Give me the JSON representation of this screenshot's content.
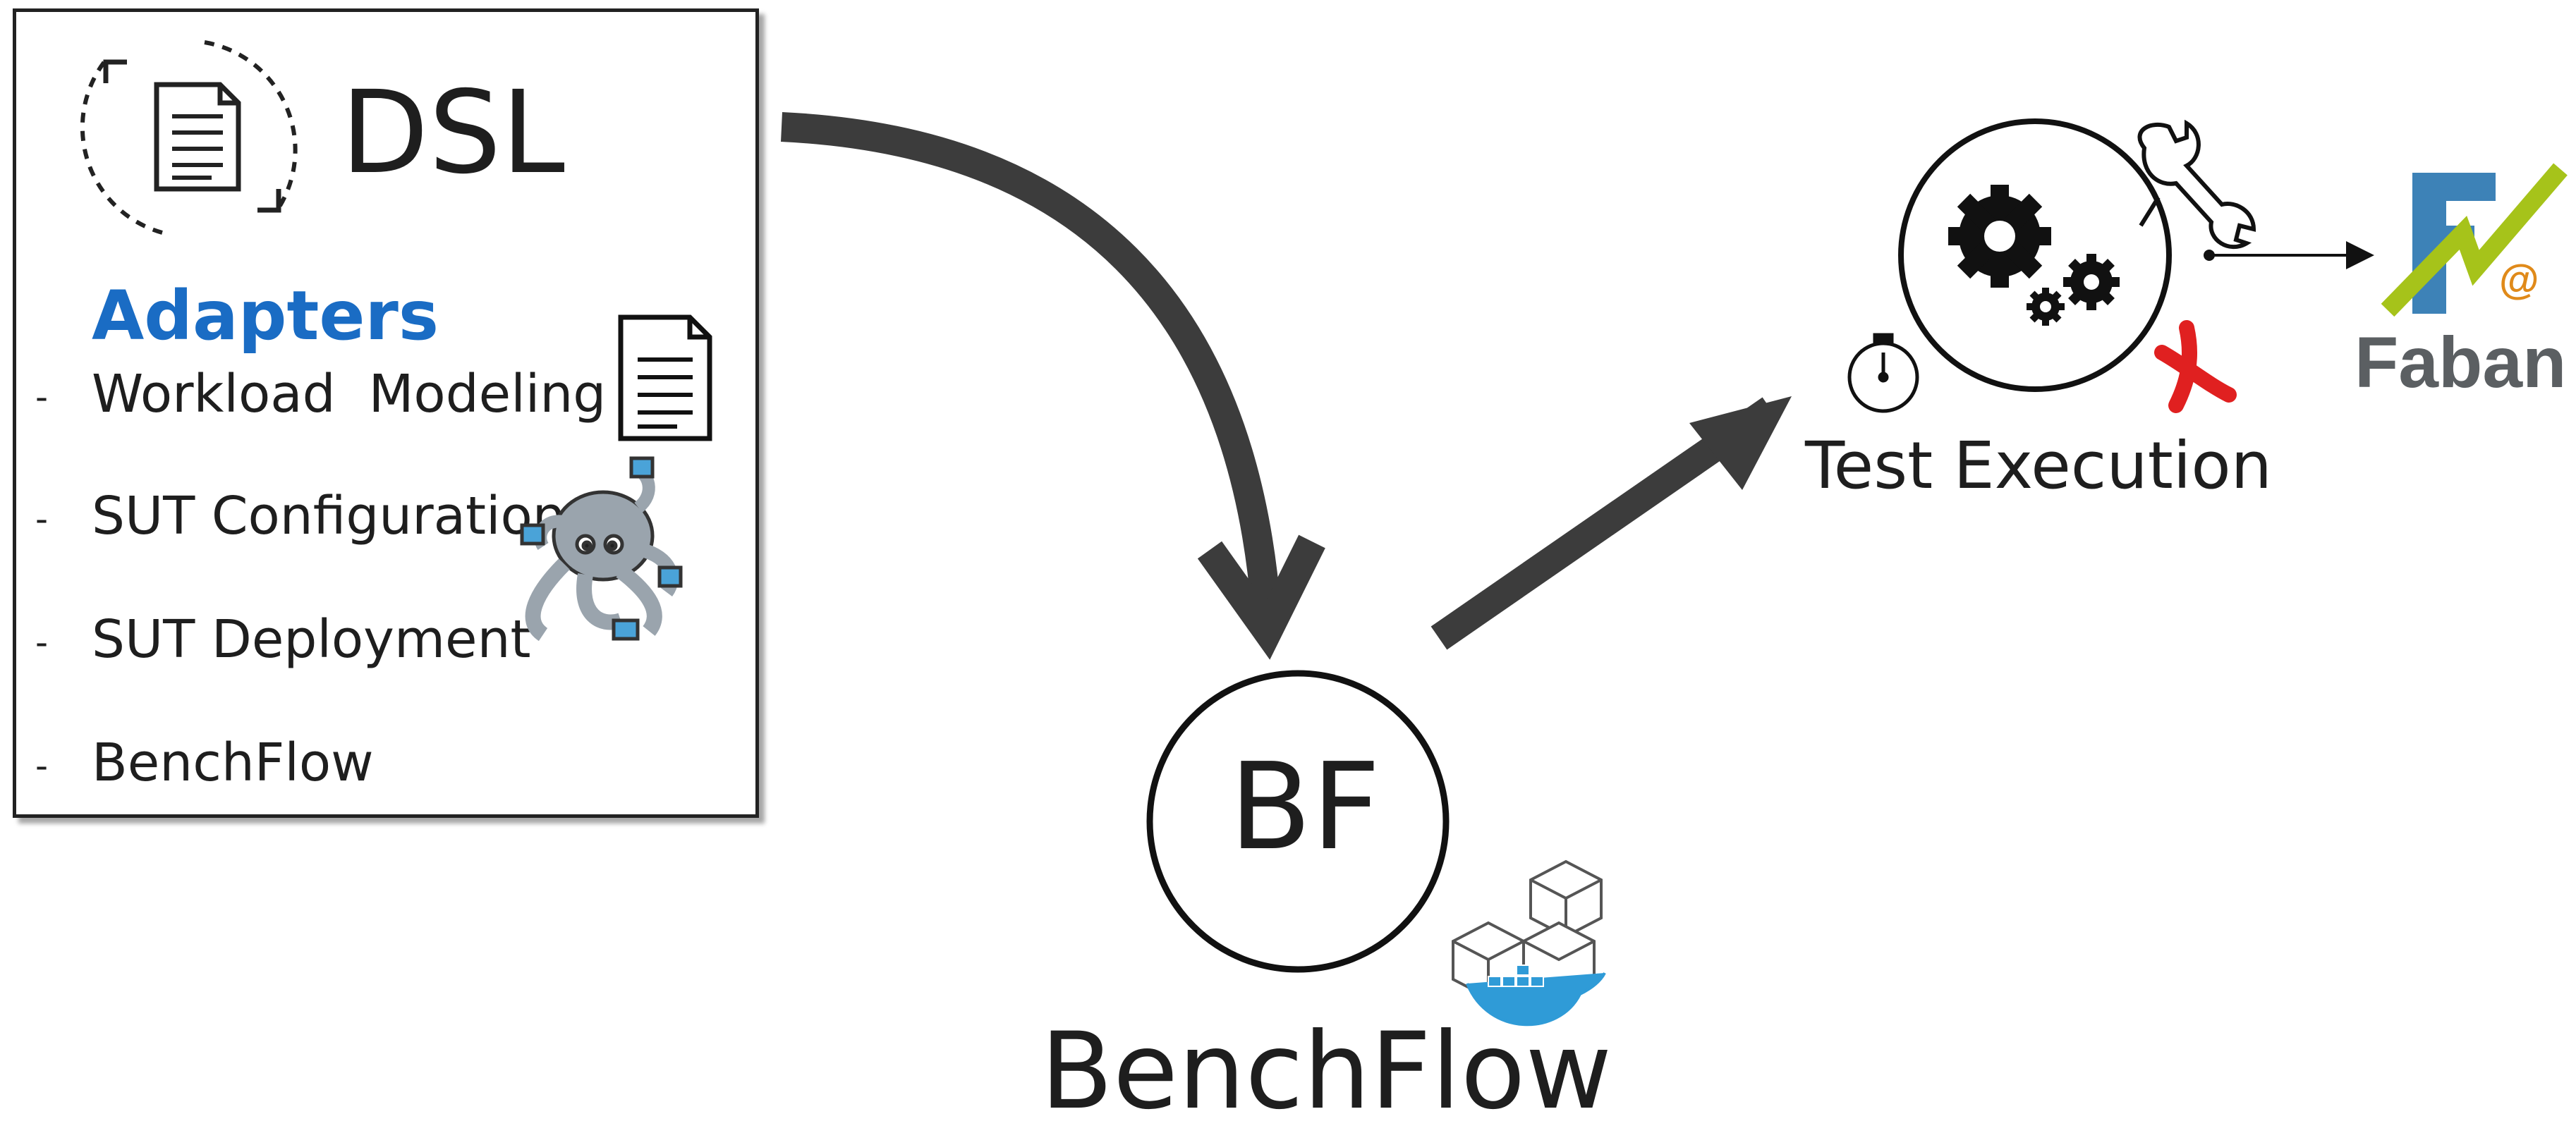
{
  "dsl": {
    "title": "DSL",
    "adapters_title": "Adapters",
    "bullet": "-",
    "adapters": [
      "Workload  Modeling",
      "SUT Configuration",
      "SUT Deployment",
      "BenchFlow"
    ]
  },
  "benchflow": {
    "circle_text": "BF",
    "label": "BenchFlow"
  },
  "test_execution": {
    "label": "Test Execution"
  },
  "faban": {
    "label": "Faban",
    "at_symbol": "@"
  },
  "colors": {
    "adapters_blue": "#1a6cc4",
    "arrow_gray": "#3c3c3c",
    "cross_red": "#e02020",
    "faban_blue": "#3d82b7",
    "faban_green": "#a6c31a",
    "faban_orange": "#e08a1a",
    "docker_blue": "#2f9bd7",
    "compose_blue": "#4aa3d8"
  },
  "icons": [
    "cycle-arrows-icon",
    "document-icon",
    "octopus-icon",
    "docker-icon",
    "gears-icon",
    "wrench-icon",
    "stopwatch-icon",
    "red-cross-icon",
    "faban-logo"
  ]
}
